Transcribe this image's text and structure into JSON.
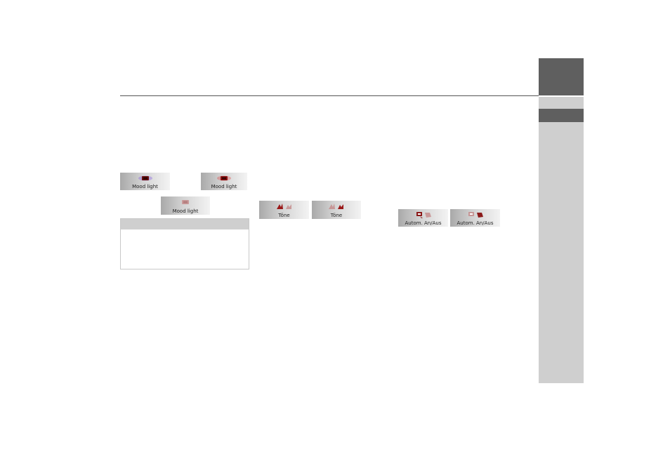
{
  "mood_light": {
    "button_a_label": "Mood light",
    "button_b_label": "Mood light",
    "button_c_label": "Mood light"
  },
  "tones": {
    "button_a_label": "Töne",
    "button_b_label": "Töne"
  },
  "auto_onoff": {
    "button_a_label": "Autom. An/Aus",
    "button_b_label": "Autom. An/Aus"
  },
  "colors": {
    "tab_dark": "#5f5f5f",
    "tab_light": "#cfcfcf",
    "icon_red": "#8b1a1a"
  },
  "icons": [
    "mood-light-icon",
    "tones-icon",
    "auto-onoff-icon"
  ]
}
